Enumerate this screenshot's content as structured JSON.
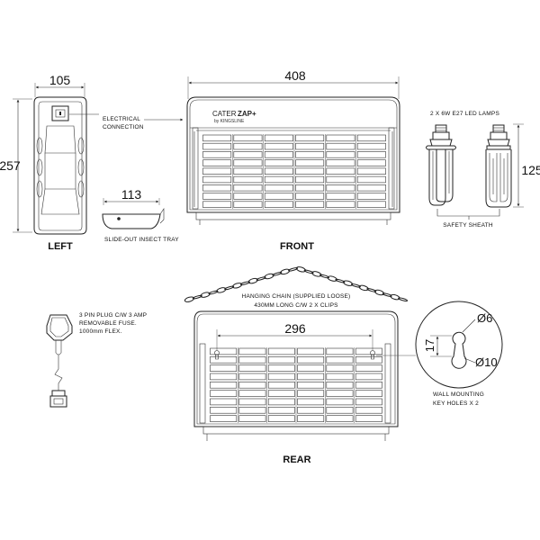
{
  "dimensions": {
    "left_width": "105",
    "left_height": "257",
    "tray_width": "113",
    "front_width": "408",
    "lamp_height": "125",
    "rear_hole_spacing": "296",
    "keyhole_height": "17",
    "keyhole_small_dia": "Ø6",
    "keyhole_large_dia": "Ø10"
  },
  "labels": {
    "electrical_connection_1": "ELECTRICAL",
    "electrical_connection_2": "CONNECTION",
    "slide_out_tray": "SLIDE-OUT INSECT TRAY",
    "lamps": "2 X 6W E27 LED LAMPS",
    "safety_sheath": "SAFETY SHEATH",
    "hanging_chain_1": "HANGING CHAIN (SUPPLIED LOOSE)",
    "hanging_chain_2": "430MM LONG C/W 2 X CLIPS",
    "plug_1": "3 PIN PLUG C/W 3 AMP",
    "plug_2": "REMOVABLE FUSE.",
    "plug_3": "1000mm FLEX.",
    "wall_mount_1": "WALL MOUNTING",
    "wall_mount_2": "KEY HOLES X 2"
  },
  "views": {
    "left": "LEFT",
    "front": "FRONT",
    "rear": "REAR"
  },
  "brand": {
    "logo_part1": "CATER",
    "logo_part2": "ZAP+",
    "logo_sub": "by KINGSLINE"
  },
  "colors": {
    "line": "#222222",
    "background": "#ffffff"
  }
}
